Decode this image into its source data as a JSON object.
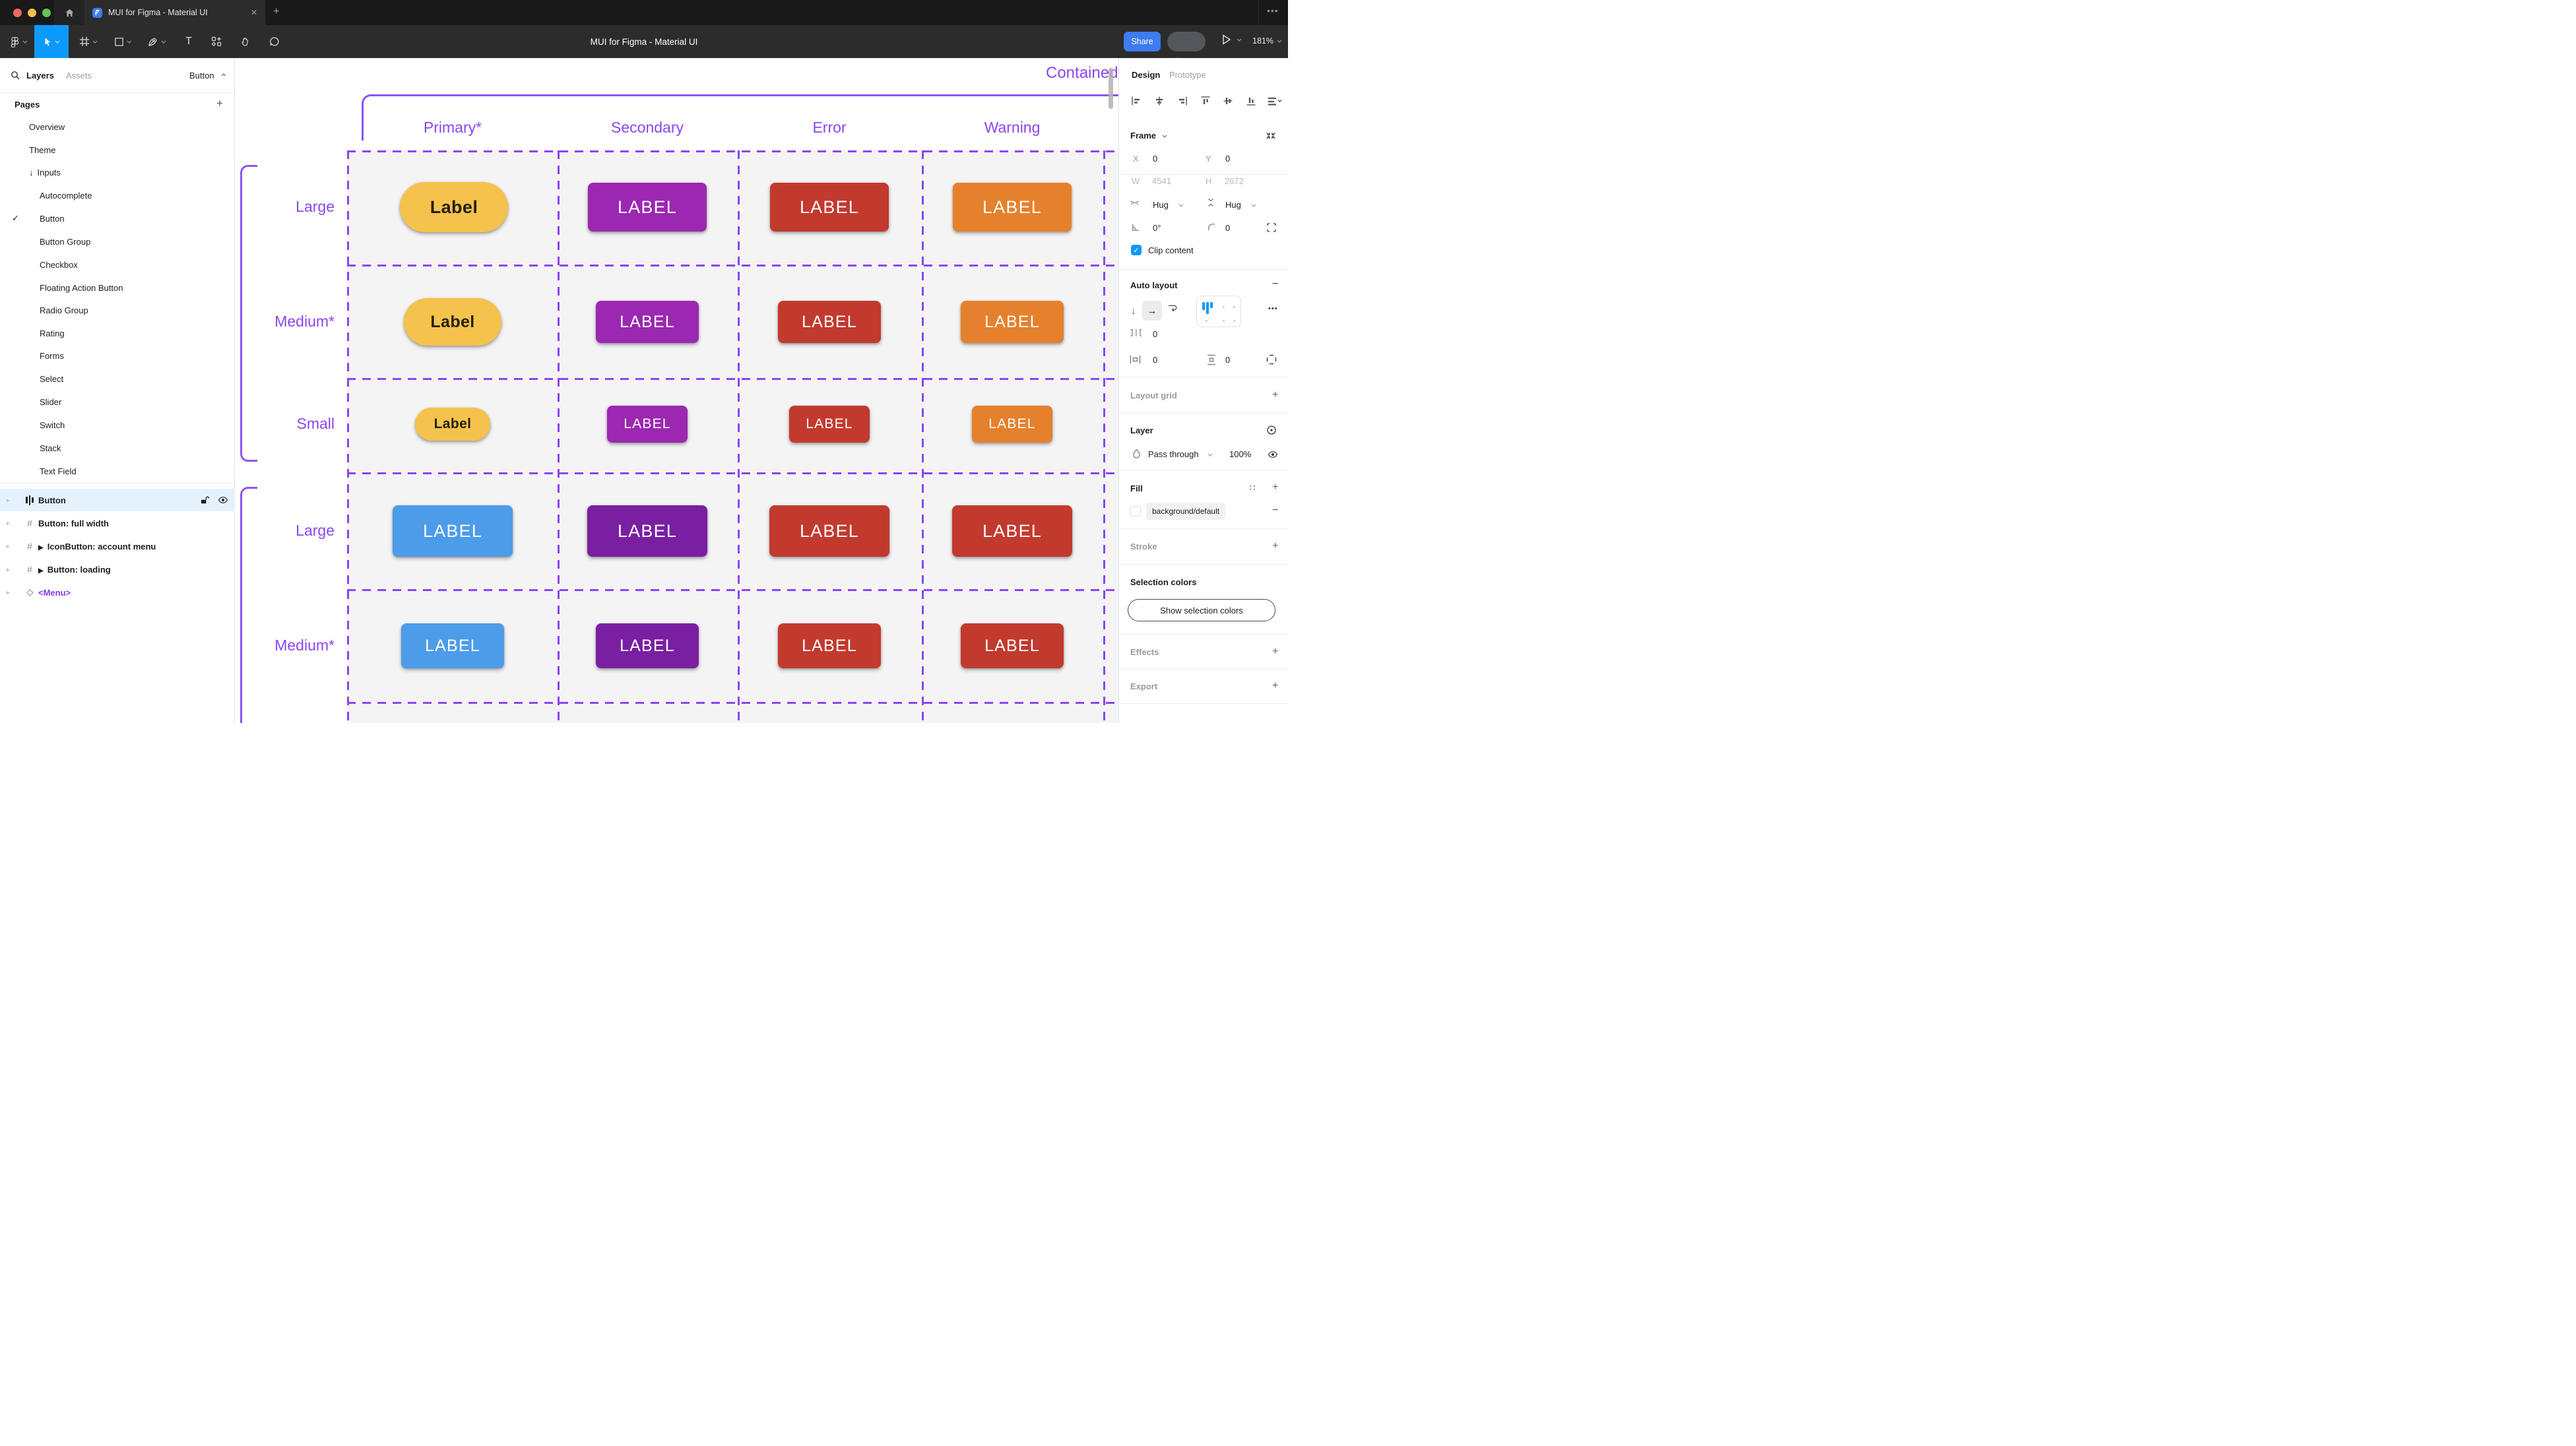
{
  "window": {
    "tab_title": "MUI for Figma - Material UI",
    "close_label": "✕",
    "new_tab_label": "+",
    "overflow_label": "•••"
  },
  "toolbar": {
    "title": "MUI for Figma - Material UI",
    "share_label": "Share",
    "devmode_label": "</>",
    "zoom_level": "181%",
    "text_tool_label": "T"
  },
  "sidebar": {
    "layers_tab": "Layers",
    "assets_tab": "Assets",
    "selector_label": "Button",
    "pages_header": "Pages",
    "add_page_label": "+",
    "pages": [
      {
        "label": "Overview",
        "marker": "",
        "check": ""
      },
      {
        "label": "Theme",
        "marker": "",
        "check": ""
      },
      {
        "label": "Inputs",
        "marker": "↓",
        "check": ""
      },
      {
        "label": "Autocomplete",
        "marker": "",
        "check": ""
      },
      {
        "label": "Button",
        "marker": "",
        "check": "✓"
      },
      {
        "label": "Button Group",
        "marker": "",
        "check": ""
      },
      {
        "label": "Checkbox",
        "marker": "",
        "check": ""
      },
      {
        "label": "Floating Action Button",
        "marker": "",
        "check": ""
      },
      {
        "label": "Radio Group",
        "marker": "",
        "check": ""
      },
      {
        "label": "Rating",
        "marker": "",
        "check": ""
      },
      {
        "label": "Forms",
        "marker": "",
        "check": ""
      },
      {
        "label": "Select",
        "marker": "",
        "check": ""
      },
      {
        "label": "Slider",
        "marker": "",
        "check": ""
      },
      {
        "label": "Switch",
        "marker": "",
        "check": ""
      },
      {
        "label": "Stack",
        "marker": "",
        "check": ""
      },
      {
        "label": "Text Field",
        "marker": "",
        "check": ""
      }
    ],
    "layers": [
      {
        "label": "Button",
        "prefix": "",
        "chevron": "▸"
      },
      {
        "label": "Button: full width",
        "prefix": "",
        "chevron": "▸"
      },
      {
        "label": "IconButton: account menu",
        "prefix": "▶",
        "chevron": "▸"
      },
      {
        "label": "Button: loading",
        "prefix": "▶",
        "chevron": "▸"
      },
      {
        "label": "<Menu>",
        "prefix": "",
        "chevron": "▸"
      }
    ]
  },
  "canvas": {
    "frame_title": "Contained",
    "columns": [
      "Primary*",
      "Secondary",
      "Error",
      "Warning"
    ],
    "rows": [
      {
        "label": "Large",
        "cells": [
          {
            "label": "Label"
          },
          {
            "label": "LABEL"
          },
          {
            "label": "LABEL"
          },
          {
            "label": "LABEL"
          }
        ]
      },
      {
        "label": "Medium*",
        "cells": [
          {
            "label": "Label"
          },
          {
            "label": "LABEL"
          },
          {
            "label": "LABEL"
          },
          {
            "label": "LABEL"
          }
        ]
      },
      {
        "label": "Small",
        "cells": [
          {
            "label": "Label"
          },
          {
            "label": "LABEL"
          },
          {
            "label": "LABEL"
          },
          {
            "label": "LABEL"
          }
        ]
      },
      {
        "label": "Large",
        "cells": [
          {
            "label": "LABEL"
          },
          {
            "label": "LABEL"
          },
          {
            "label": "LABEL"
          },
          {
            "label": "LABEL"
          }
        ]
      },
      {
        "label": "Medium*",
        "cells": [
          {
            "label": "LABEL"
          },
          {
            "label": "LABEL"
          },
          {
            "label": "LABEL"
          },
          {
            "label": "LABEL"
          }
        ]
      }
    ]
  },
  "inspector": {
    "design_tab": "Design",
    "prototype_tab": "Prototype",
    "frame_section": "Frame",
    "x_label": "X",
    "x_value": "0",
    "y_label": "Y",
    "y_value": "0",
    "w_label": "W",
    "w_value": "4541",
    "h_label": "H",
    "h_value": "2672",
    "hug_h": "Hug",
    "hug_v": "Hug",
    "rotation": "0°",
    "corner_radius": "0",
    "clip_label": "Clip content",
    "clip_check": "✓",
    "auto_layout_header": "Auto layout",
    "gap_value": "0",
    "pad_h_value": "0",
    "pad_v_value": "0",
    "layout_grid_header": "Layout grid",
    "layer_header": "Layer",
    "blend_mode": "Pass through",
    "opacity": "100%",
    "fill_header": "Fill",
    "fill_value": "background/default",
    "stroke_header": "Stroke",
    "selection_colors_header": "Selection colors",
    "show_selection_colors": "Show selection colors",
    "effects_header": "Effects",
    "export_header": "Export",
    "minus": "−",
    "plus": "+",
    "styles_dots": "∷",
    "more_dots": "•••"
  },
  "theme": {
    "figma_blue": "#0D99FF",
    "share_blue": "#3E7BF2",
    "canvas_purple": "#8B45F7",
    "primary_yellow": "#F5C24B",
    "secondary_purple": "#9C27B0",
    "error_red": "#C23A2E",
    "warning_orange": "#E5802C",
    "contained_blue": "#4C9CE9",
    "contained_dark_purple": "#7B1FA2",
    "selected_layer_bg": "#E4F2FD",
    "traffic_red": "#EC6A5E",
    "traffic_yellow": "#F5BF4F",
    "traffic_green": "#61C554"
  }
}
